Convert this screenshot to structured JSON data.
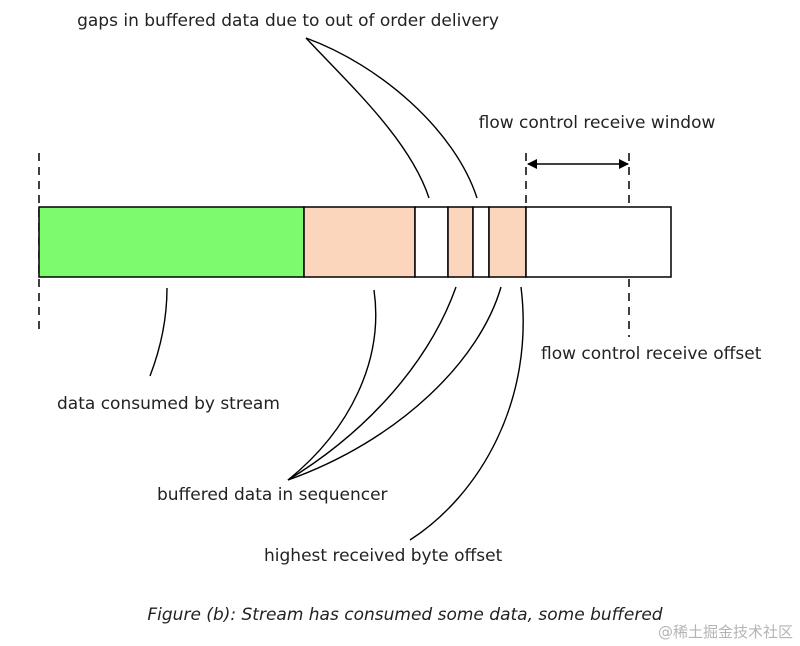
{
  "labels": {
    "gaps": "gaps in buffered data due to out of order delivery",
    "window": "flow control receive window",
    "offset": "flow control receive offset",
    "consumed": "data consumed by stream",
    "buffered": "buffered data in sequencer",
    "highest": "highest received byte offset"
  },
  "caption": "Figure (b): Stream has consumed some data, some buffered",
  "watermark": "@稀土掘金技术社区",
  "colors": {
    "consumed": "#7dfa6e",
    "buffered": "#fcd5bd",
    "gap": "#ffffff",
    "stroke": "#000000"
  }
}
